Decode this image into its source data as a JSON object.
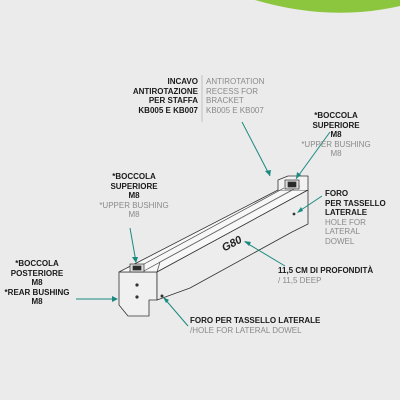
{
  "colors": {
    "background": "#ebebeb",
    "accent": "#8cc63f",
    "leader": "#1a8a80",
    "divider": "#b8b8b8",
    "text_it": "#1a1a1a",
    "text_en": "#8a8a8a",
    "body_fill": "#f4f4f4",
    "body_stroke": "#333333"
  },
  "part_logo": "G80",
  "labels": {
    "recess": {
      "it": [
        "INCAVO",
        "ANTIROTAZIONE",
        "PER STAFFA",
        "KB005 E KB007"
      ],
      "en": [
        "ANTIROTATION",
        "RECESS FOR",
        "BRACKET",
        "KB005 E KB007"
      ]
    },
    "upper_right": {
      "it": [
        "*BOCCOLA",
        "SUPERIORE",
        "M8"
      ],
      "en": [
        "*UPPER BUSHING",
        "M8"
      ]
    },
    "upper_left": {
      "it": [
        "*BOCCOLA",
        "SUPERIORE",
        "M8"
      ],
      "en": [
        "*UPPER BUSHING",
        "M8"
      ]
    },
    "side_hole": {
      "it": [
        "FORO",
        "PER TASSELLO",
        "LATERALE"
      ],
      "en": [
        "HOLE FOR",
        "LATERAL",
        "DOWEL"
      ]
    },
    "depth": {
      "it": "11,5 CM DI PROFONDITÀ",
      "en": "/ 11,5 DEEP"
    },
    "rear": {
      "it": [
        "*BOCCOLA",
        "POSTERIORE",
        "M8",
        "*REAR BUSHING",
        "M8"
      ]
    },
    "bottom_hole": {
      "it": "FORO PER TASSELLO LATERALE",
      "en": "/HOLE FOR LATERAL DOWEL"
    }
  }
}
